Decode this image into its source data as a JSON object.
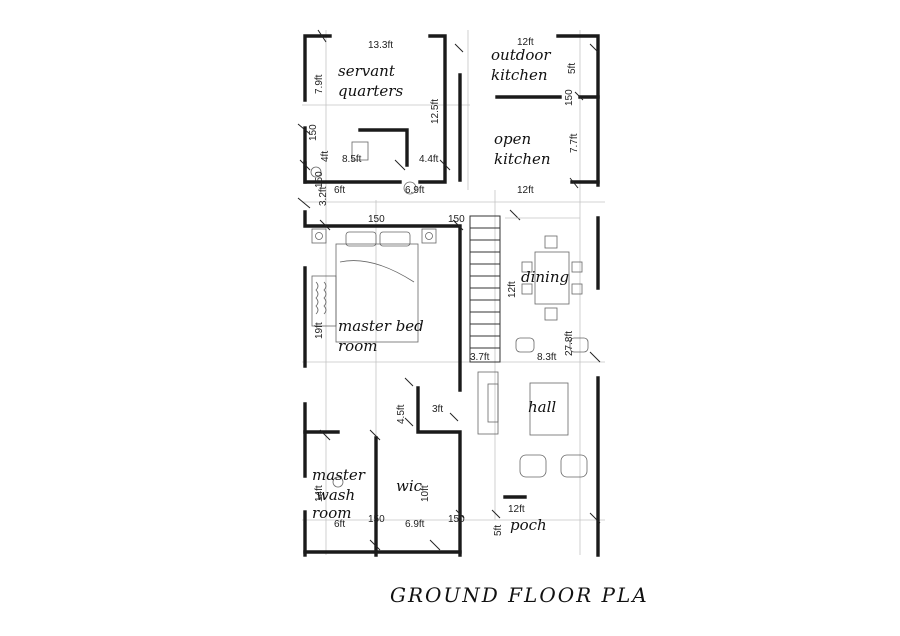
{
  "rooms": {
    "servant_1": "servant",
    "servant_2": "quarters",
    "outdoor_1": "outdoor",
    "outdoor_2": "kitchen",
    "open_1": "open",
    "open_2": "kitchen",
    "dining": "dining",
    "master_bed_1": "master bed",
    "master_bed_2": "room",
    "hall": "hall",
    "wic": "wic",
    "wash_1": "master",
    "wash_2": "wash",
    "wash_3": "room",
    "poch": "poch"
  },
  "dims": {
    "d13_3": "13.3ft",
    "d12_top": "12ft",
    "d7_9": "7.9ft",
    "d5_top": "5ft",
    "d12_5": "12.5ft",
    "d150_a": "150",
    "d150_b": "150",
    "d7_7": "7.7ft",
    "d8_5": "8.5ft",
    "d4_4": "4.4ft",
    "d4_left": "4ft",
    "d150_c": "150",
    "d6_a": "6ft",
    "d6_9_a": "6.9ft",
    "d12_mid": "12ft",
    "d3_2": "3.2ft",
    "d150_d": "150",
    "d150_e": "150",
    "d12_dining": "12ft",
    "d19": "19ft",
    "d27_8": "27.8ft",
    "d3_7": "3.7ft",
    "d8_3": "8.3ft",
    "d4_5": "4.5ft",
    "d3": "3ft",
    "d10": "10ft",
    "d14": "14ft",
    "d6_b": "6ft",
    "d150_f": "150",
    "d6_9_b": "6.9ft",
    "d150_g": "150",
    "d12_poch": "12ft",
    "d5_poch": "5ft"
  },
  "caption": "GROUND FLOOR PLA"
}
